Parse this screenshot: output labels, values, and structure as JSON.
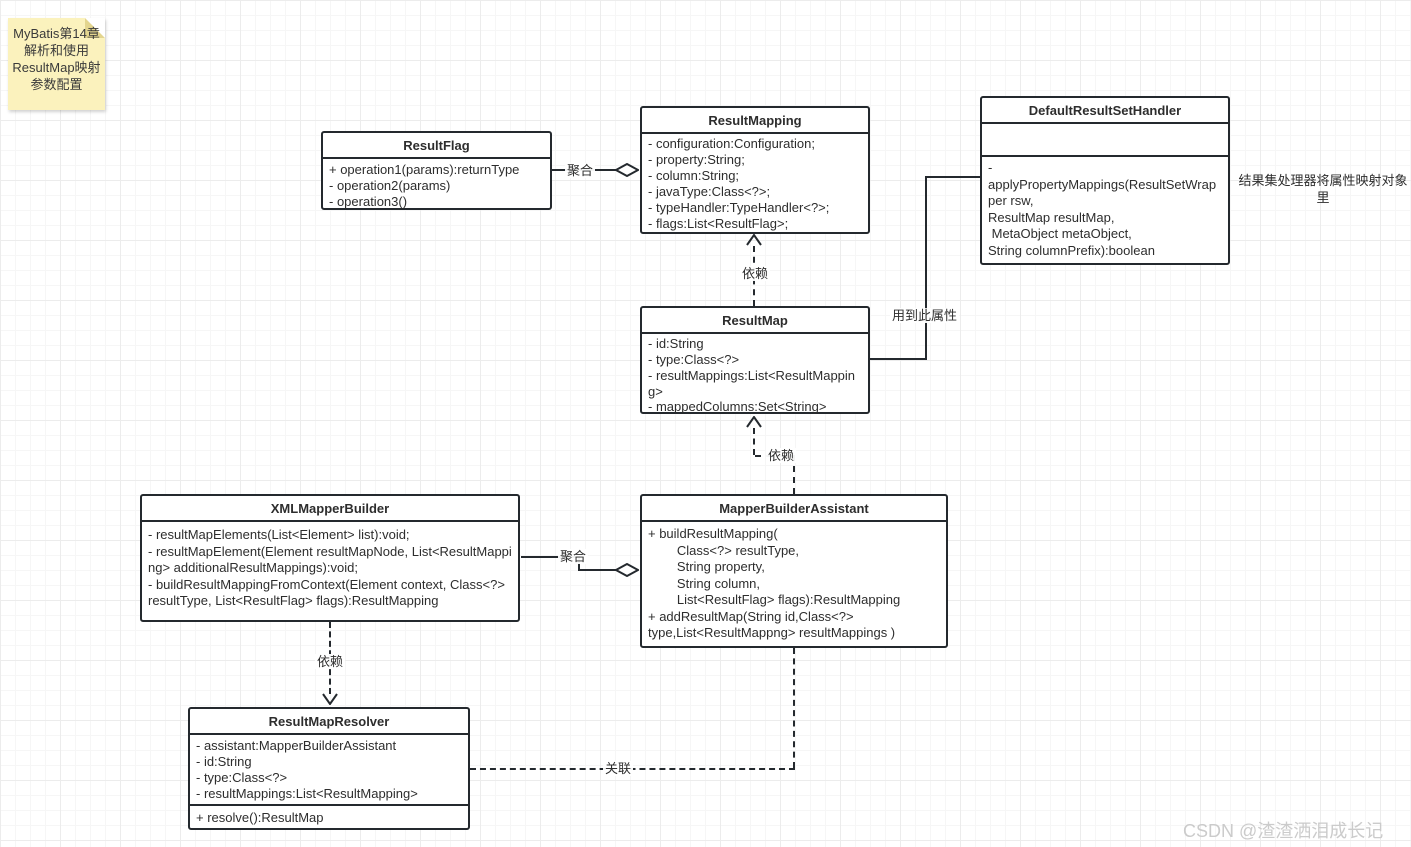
{
  "colors": {
    "stroke": "#24292e",
    "note_bg": "#fbf2bd",
    "note_fold": "#e3d58e",
    "watermark_text": "#cbcbcb"
  },
  "note": {
    "text": "MyBatis第14章解析和使用ResultMap映射参数配置"
  },
  "watermark": "CSDN @渣渣洒泪成长记",
  "annotations": {
    "result_set_handler_note": "结果集处理器将属性映射对象里"
  },
  "classes": {
    "result_flag": {
      "title": "ResultFlag",
      "members": [
        "+ operation1(params):returnType",
        "- operation2(params)",
        "- operation3()"
      ]
    },
    "result_mapping": {
      "title": "ResultMapping",
      "fields": [
        "- configuration:Configuration;",
        "- property:String;",
        "- column:String;",
        "- javaType:Class<?>;",
        "- typeHandler:TypeHandler<?>;",
        "- flags:List<ResultFlag>;"
      ]
    },
    "default_result_set_handler": {
      "title": "DefaultResultSetHandler",
      "methods_text": "-\napplyPropertyMappings(ResultSetWrapper rsw,\nResultMap resultMap,\n MetaObject metaObject,\nString columnPrefix):boolean"
    },
    "result_map": {
      "title": "ResultMap",
      "fields": [
        "- id:String",
        "- type:Class<?>",
        "- resultMappings:List<ResultMapping>",
        "- mappedColumns:Set<String>"
      ]
    },
    "xml_mapper_builder": {
      "title": "XMLMapperBuilder",
      "methods": [
        "- resultMapElements(List<Element> list):void;",
        "- resultMapElement(Element resultMapNode, List<ResultMapping> additionalResultMappings):void;",
        "- buildResultMappingFromContext(Element context, Class<?> resultType, List<ResultFlag> flags):ResultMapping"
      ]
    },
    "mapper_builder_assistant": {
      "title": "MapperBuilderAssistant",
      "methods_text": "+ buildResultMapping(\n        Class<?> resultType,\n        String property,\n        String column,\n        List<ResultFlag> flags):ResultMapping\n+ addResultMap(String id,Class<?>\ntype,List<ResultMappng> resultMappings )"
    },
    "result_map_resolver": {
      "title": "ResultMapResolver",
      "fields": [
        "- assistant:MapperBuilderAssistant",
        "- id:String",
        "- type:Class<?>",
        "- resultMappings:List<ResultMapping>"
      ],
      "methods": [
        "+ resolve():ResultMap"
      ]
    }
  },
  "edges": {
    "agg_flag_mapping": "聚合",
    "dep_map_mapping": "依赖",
    "uses_property": "用到此属性",
    "dep_assistant_map": "依赖",
    "agg_builder_assistant": "聚合",
    "dep_builder_resolver": "依赖",
    "assoc_resolver_assistant": "关联"
  }
}
